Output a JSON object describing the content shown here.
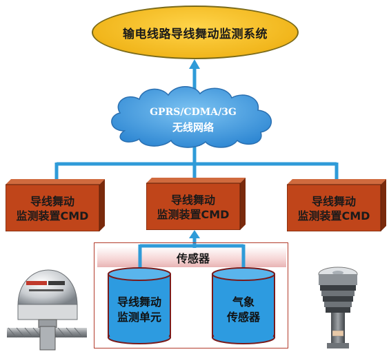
{
  "title": "输电线路导线舞动监测系统",
  "network": {
    "line1": "GPRS/CDMA/3G",
    "line2": "无线网络"
  },
  "cmd_boxes": [
    {
      "line1": "导线舞动",
      "line2": "监测装置CMD"
    },
    {
      "line1": "导线舞动",
      "line2": "监测装置CMD"
    },
    {
      "line1": "导线舞动",
      "line2": "监测装置CMD"
    }
  ],
  "sensor_group": {
    "label": "传感器"
  },
  "sensors": [
    {
      "line1": "导线舞动",
      "line2": "监测单元"
    },
    {
      "line1": "气象",
      "line2": "传感器"
    }
  ],
  "colors": {
    "connector": "#2f9bd8",
    "cmd_box": "#c0451a",
    "cylinder": "#2d9be0",
    "ellipse": "#f1b61c",
    "cloud": "#4aa3e6"
  },
  "icons": {
    "left_device": "overhead-line-monitor-device",
    "right_device": "weather-station-device"
  }
}
